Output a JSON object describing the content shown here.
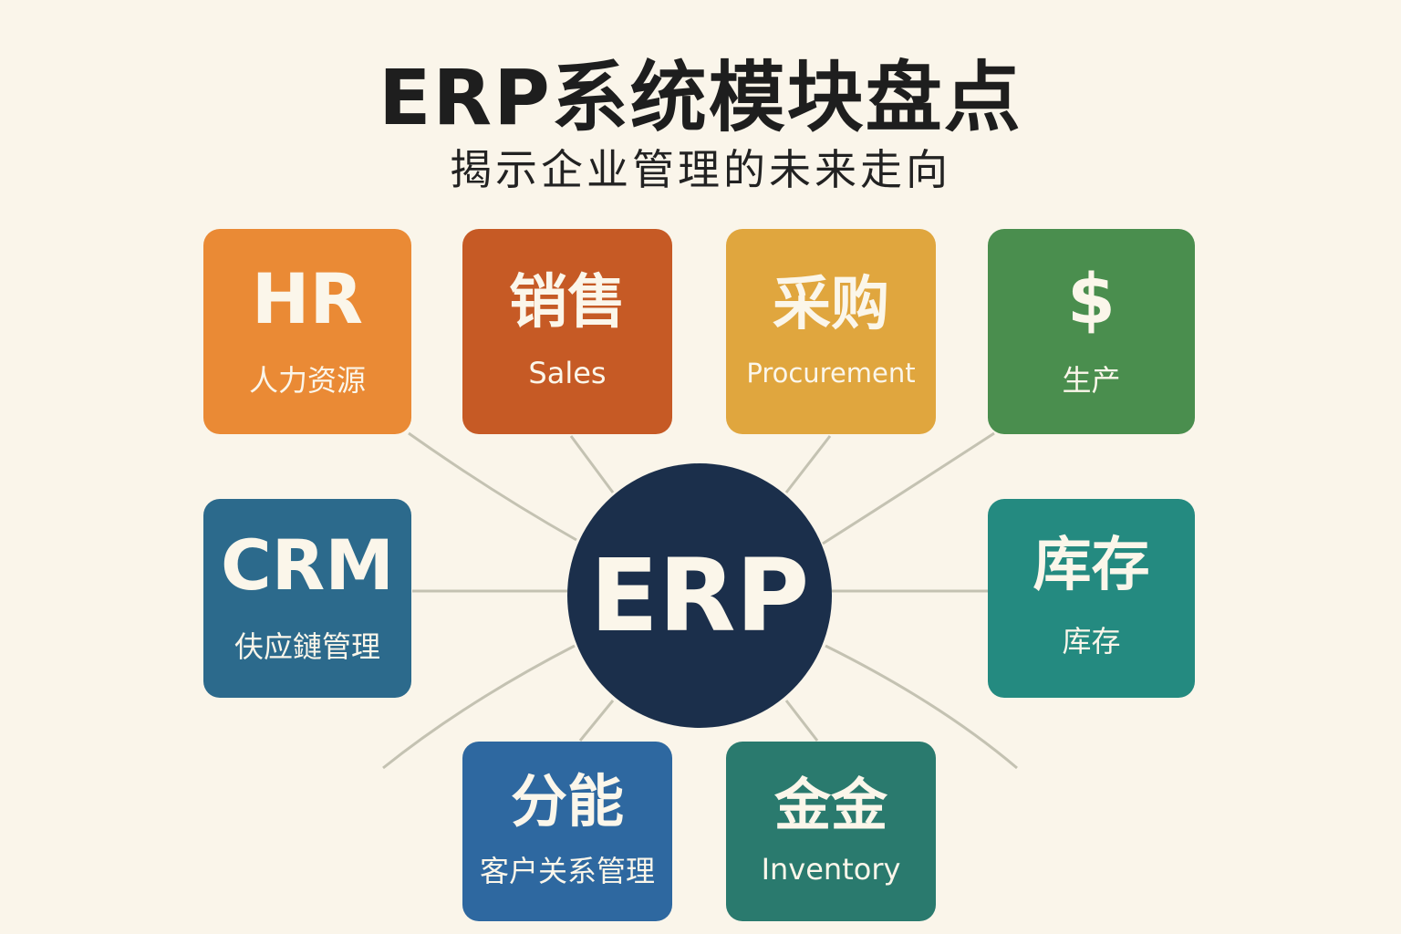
{
  "header": {
    "title": "ERP系统模块盘点",
    "subtitle": "揭示企业管理的未来走向"
  },
  "hub": {
    "label": "ERP",
    "color": "#1b2f4b"
  },
  "modules": [
    {
      "main": "HR",
      "sub": "人力资源",
      "color": "#ea8a35"
    },
    {
      "main": "销售",
      "sub": "Sales",
      "color": "#c65a25"
    },
    {
      "main": "采购",
      "sub": "Procurement",
      "color": "#e0a63e"
    },
    {
      "main": "$",
      "sub": "生产",
      "color": "#4a8e4e"
    },
    {
      "main": "CRM",
      "sub": "伕应鏈管理",
      "color": "#2c6a8c"
    },
    {
      "main": "库存",
      "sub": "库存",
      "color": "#248a80"
    },
    {
      "main": "分能",
      "sub": "客户关系管理",
      "color": "#2e68a0"
    },
    {
      "main": "金金",
      "sub": "Inventory",
      "color": "#2a7a6e"
    }
  ]
}
